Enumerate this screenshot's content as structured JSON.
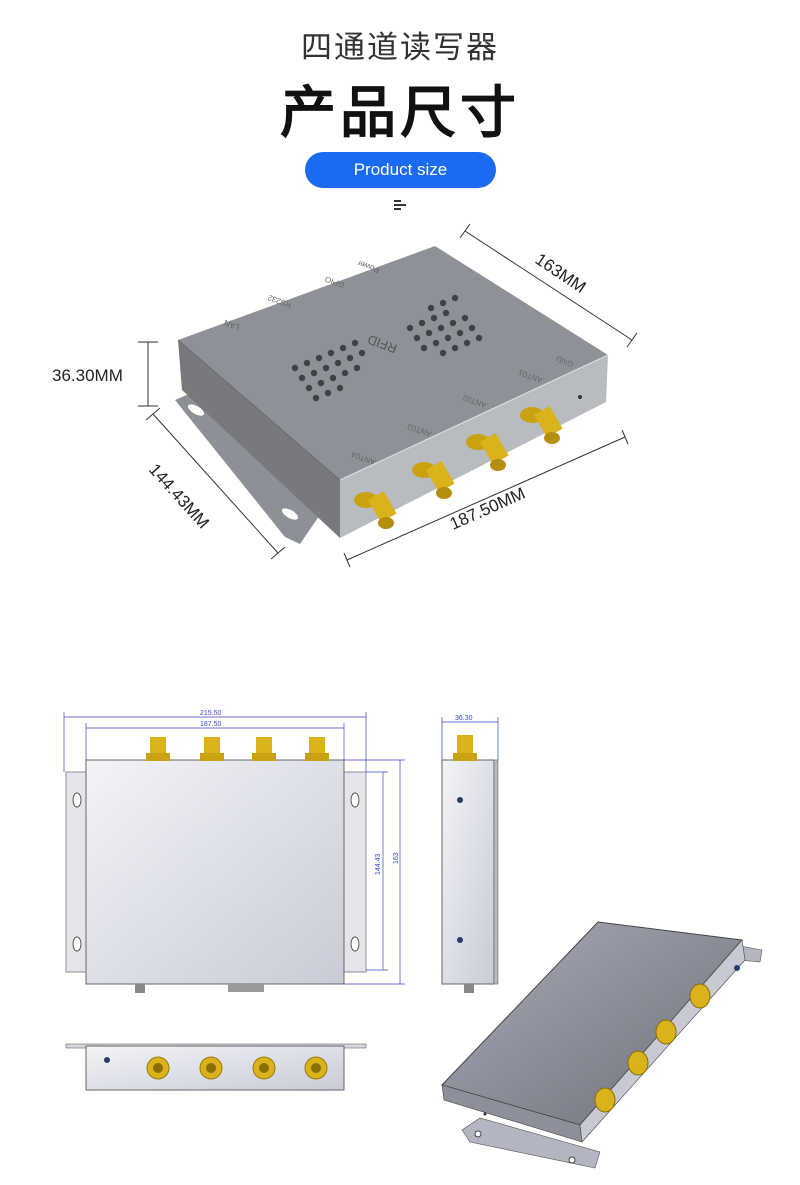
{
  "header": {
    "subtitle": "四通道读写器",
    "title": "产品尺寸",
    "badge": "Product size"
  },
  "iso_view": {
    "height_label": "36.30MM",
    "width_label": "144.43MM",
    "length_label": "187.50MM",
    "depth_label": "163MM",
    "silkscreen": {
      "brand": "RFID",
      "power": "Power",
      "gpio": "GPIO",
      "rs232": "RS232",
      "lan": "LAN",
      "gnd": "GND",
      "ant1": "ANT01",
      "ant2": "ANT02",
      "ant3": "ANT03",
      "ant4": "ANT04"
    }
  },
  "drawing": {
    "top_outer": "215.50",
    "top_inner": "187.50",
    "right_inner": "144.43",
    "right_outer": "163",
    "side_height": "36.30"
  },
  "colors": {
    "accent": "#1a6bf0",
    "dimension_line": "#3a46c8",
    "connector_gold": "#d9b21c"
  }
}
